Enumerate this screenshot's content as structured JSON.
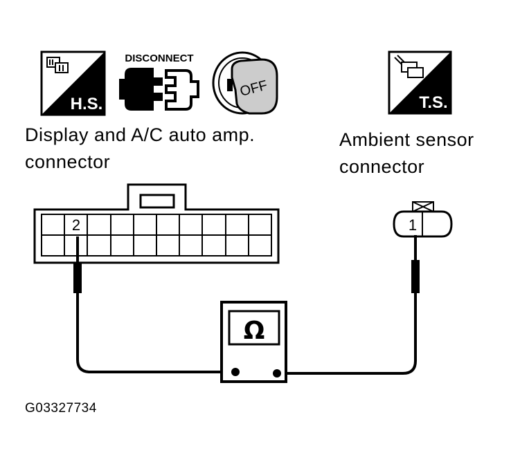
{
  "icons": {
    "hs_badge": "H.S.",
    "disconnect_caption": "DISCONNECT",
    "ignition_state": "OFF",
    "ts_badge": "T.S."
  },
  "labels": {
    "left_connector_line1": "Display and A/C auto amp.",
    "left_connector_line2": "connector",
    "right_connector_line1": "Ambient sensor",
    "right_connector_line2": "connector"
  },
  "terminals": {
    "left_pin": "2",
    "right_pin": "1"
  },
  "meter": {
    "symbol": "Ω"
  },
  "figure_id": "G03327734"
}
